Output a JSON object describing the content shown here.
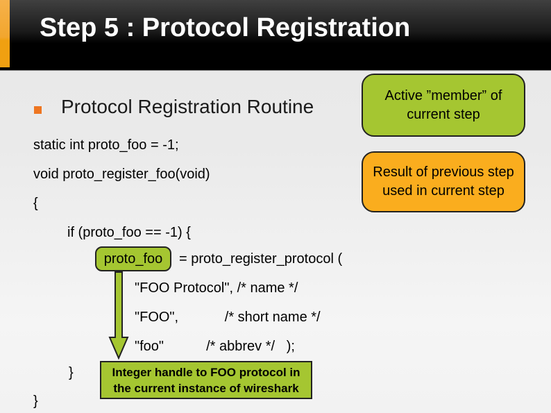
{
  "title": "Step 5 : Protocol Registration",
  "bullet": {
    "label": "Protocol Registration Routine"
  },
  "code": {
    "l_static": "static int proto_foo = -1;",
    "l_void": "void proto_register_foo(void)",
    "l_open_brace": "{",
    "l_if": "if (proto_foo == -1) {",
    "token": "proto_foo",
    "l_assign": "= proto_register_protocol (",
    "l_name": "\"FOO Protocol\", /* name */",
    "l_short": "\"FOO\",            /* short name */",
    "l_abbrev": "\"foo\"           /* abbrev */   );",
    "l_close_inner": "}",
    "l_close_outer": "}"
  },
  "callouts": {
    "active": "Active ”member” of current step",
    "result": "Result of previous step used in current step",
    "handle": "Integer handle to FOO protocol in the current instance of wireshark"
  },
  "colors": {
    "callout_green": "#a5c631",
    "callout_orange": "#faad1e",
    "accent_bar_orange": "#f0a011",
    "bullet_orange": "#ee7621",
    "header_black": "#000000",
    "title_white": "#ffffff"
  }
}
